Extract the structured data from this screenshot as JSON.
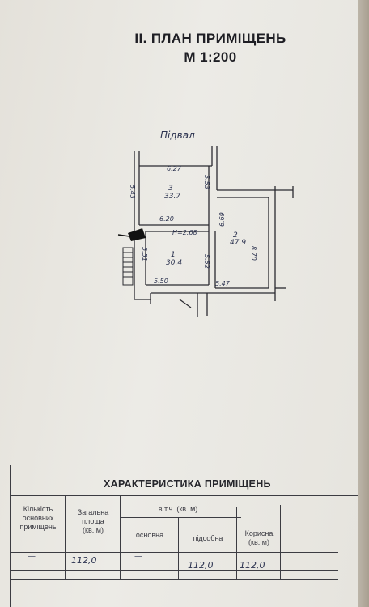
{
  "document": {
    "section_title": "II. ПЛАН ПРИМІЩЕНЬ",
    "scale": "М 1:200"
  },
  "floor_plan": {
    "floor_label": "Підвал",
    "rooms": [
      {
        "number": "3",
        "area": "33.7"
      },
      {
        "number": "2",
        "area": "47.9"
      },
      {
        "number": "1",
        "area": "30.4"
      }
    ],
    "dimensions": {
      "d_627": "6.27",
      "d_543": "5.43",
      "d_553": "5.53",
      "d_620": "6.20",
      "d_h268": "Н=2.68",
      "d_669": "6.69",
      "d_870": "8.70",
      "d_551": "5.51",
      "d_552": "5.52",
      "d_550": "5.50",
      "d_547": "5.47"
    }
  },
  "characteristics": {
    "title": "ХАРАКТЕРИСТИКА ПРИМІЩЕНЬ",
    "headers": {
      "count": [
        "Кількість",
        "основних",
        "приміщень"
      ],
      "total": [
        "Загальна",
        "площа",
        "(кв. м)"
      ],
      "incl": "в т.ч. (кв. м)",
      "main": "основна",
      "aux": "підсобна",
      "useful": [
        "Корисна",
        "(кв. м)"
      ]
    },
    "values": {
      "count": "—",
      "total": "112,0",
      "main": "—",
      "aux": "112,0",
      "useful": "112,0"
    }
  },
  "colors": {
    "ink": "#2c3350",
    "print": "#3c3c42"
  }
}
